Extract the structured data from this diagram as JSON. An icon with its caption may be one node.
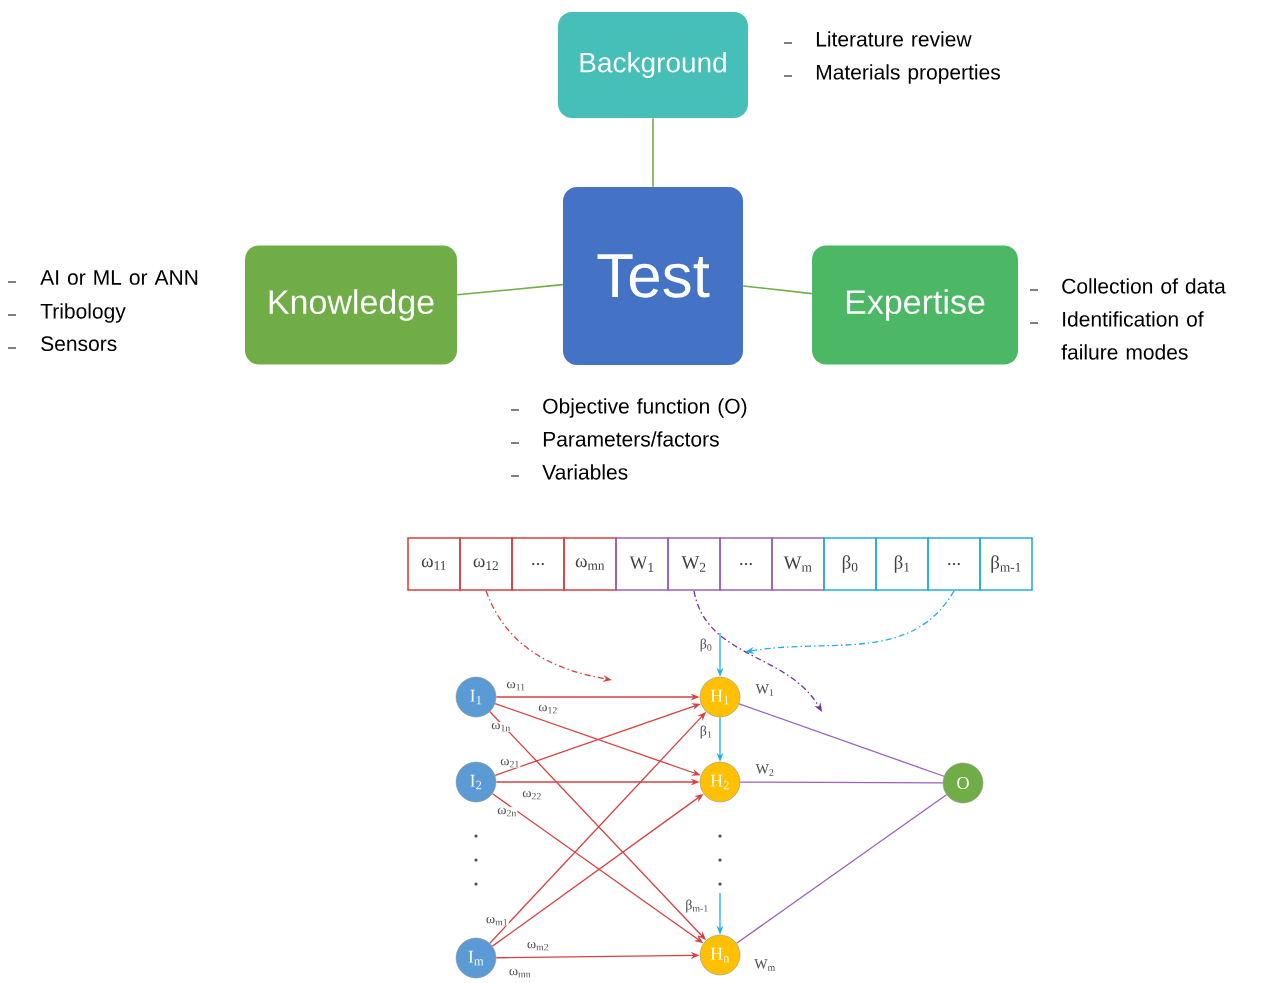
{
  "diagram": {
    "nodes": [
      {
        "text": [
          "Background"
        ],
        "beside": [
          "Literature review",
          "Materials properties"
        ]
      },
      {
        "text": [
          "Test"
        ],
        "beside": [
          "Objective function (O)",
          "Parameters/factors",
          "Variables"
        ]
      },
      {
        "text": [
          "Knowledge"
        ],
        "beside": [
          "AI or ML or ANN",
          "Tribology",
          "Sensors"
        ]
      },
      {
        "text": [
          "Expertise"
        ],
        "beside": [
          "Collection of data",
          "Identification of failure modes"
        ]
      },
      {
        "text": [
          "ω$_{11}$"
        ]
      },
      {
        "text": [
          "ω$_{12}$"
        ]
      },
      {
        "text": [
          "..."
        ]
      },
      {
        "text": [
          "ω$_{mn}$"
        ]
      },
      {
        "text": [
          "W$_{1}$"
        ]
      },
      {
        "text": [
          "W$_{2}$"
        ]
      },
      {
        "text": [
          "..."
        ]
      },
      {
        "text": [
          "W$_{m}$"
        ]
      },
      {
        "text": [
          "β$_{0}$"
        ]
      },
      {
        "text": [
          "β$_{1}$"
        ]
      },
      {
        "text": [
          "..."
        ]
      },
      {
        "text": [
          "β$_{m-1}$"
        ]
      },
      {
        "text": [
          "I$_{1}$"
        ]
      },
      {
        "text": [
          "I$_{2}$"
        ]
      },
      {
        "text": [
          "I$_{m}$"
        ]
      },
      {
        "text": [
          "H$_{1}$"
        ]
      },
      {
        "text": [
          "H$_{2}$"
        ]
      },
      {
        "text": [
          "H$_{n}$"
        ]
      },
      {
        "text": [
          "O"
        ]
      }
    ],
    "edges": [
      {
        "from": 0,
        "to": 1,
        "arrow": "none",
        "color": "#70ad47"
      },
      {
        "from": 2,
        "to": 1,
        "arrow": "none",
        "color": "#70ad47"
      },
      {
        "from": 1,
        "to": 3,
        "arrow": "none",
        "color": "#70ad47"
      },
      {
        "from": 5,
        "to": null,
        "arrow": "to",
        "style": "dashed"
      },
      {
        "from": 9,
        "to": null,
        "arrow": "to",
        "style": "dashed",
        "color": "#7030a0"
      },
      {
        "from": 14,
        "to": null,
        "arrow": "to",
        "style": "dashed",
        "color": "#22aee8"
      },
      {
        "from": 16,
        "to": 19,
        "arrow": "to",
        "label": "ω$_{11}$"
      },
      {
        "from": 16,
        "to": 20,
        "arrow": "to",
        "label": "ω$_{12}$"
      },
      {
        "from": 16,
        "to": 21,
        "arrow": "to",
        "label": "ω$_{1n}$"
      },
      {
        "from": 17,
        "to": 19,
        "arrow": "to",
        "label": "ω$_{21}$"
      },
      {
        "from": 17,
        "to": 20,
        "arrow": "to",
        "label": "ω$_{22}$"
      },
      {
        "from": 17,
        "to": 21,
        "arrow": "to",
        "label": "ω$_{2n}$"
      },
      {
        "from": 18,
        "to": 19,
        "arrow": "to",
        "label": "ω$_{m1}$"
      },
      {
        "from": 18,
        "to": 20,
        "arrow": "to",
        "label": "ω$_{m2}$"
      },
      {
        "from": 18,
        "to": 21,
        "arrow": "to",
        "label": "ω$_{mn}$"
      },
      {
        "from": 19,
        "to": 22,
        "arrow": "none",
        "label": "W$_{1}$",
        "color": "#9b5fc0"
      },
      {
        "from": 20,
        "to": 22,
        "arrow": "none",
        "label": "W$_{2}$",
        "color": "#9b5fc0"
      },
      {
        "from": 21,
        "to": 22,
        "arrow": "none",
        "label": "W$_{m}$",
        "color": "#9b5fc0"
      },
      {
        "from": null,
        "to": 19,
        "arrow": "to",
        "label": "β$_{0}$",
        "color": "#22aee8"
      },
      {
        "from": 19,
        "to": 20,
        "arrow": "to",
        "label": "β$_{1}$",
        "color": "#22aee8"
      },
      {
        "from": null,
        "to": 21,
        "arrow": "to",
        "label": "β$_{m-1}$",
        "color": "#22aee8"
      }
    ]
  }
}
